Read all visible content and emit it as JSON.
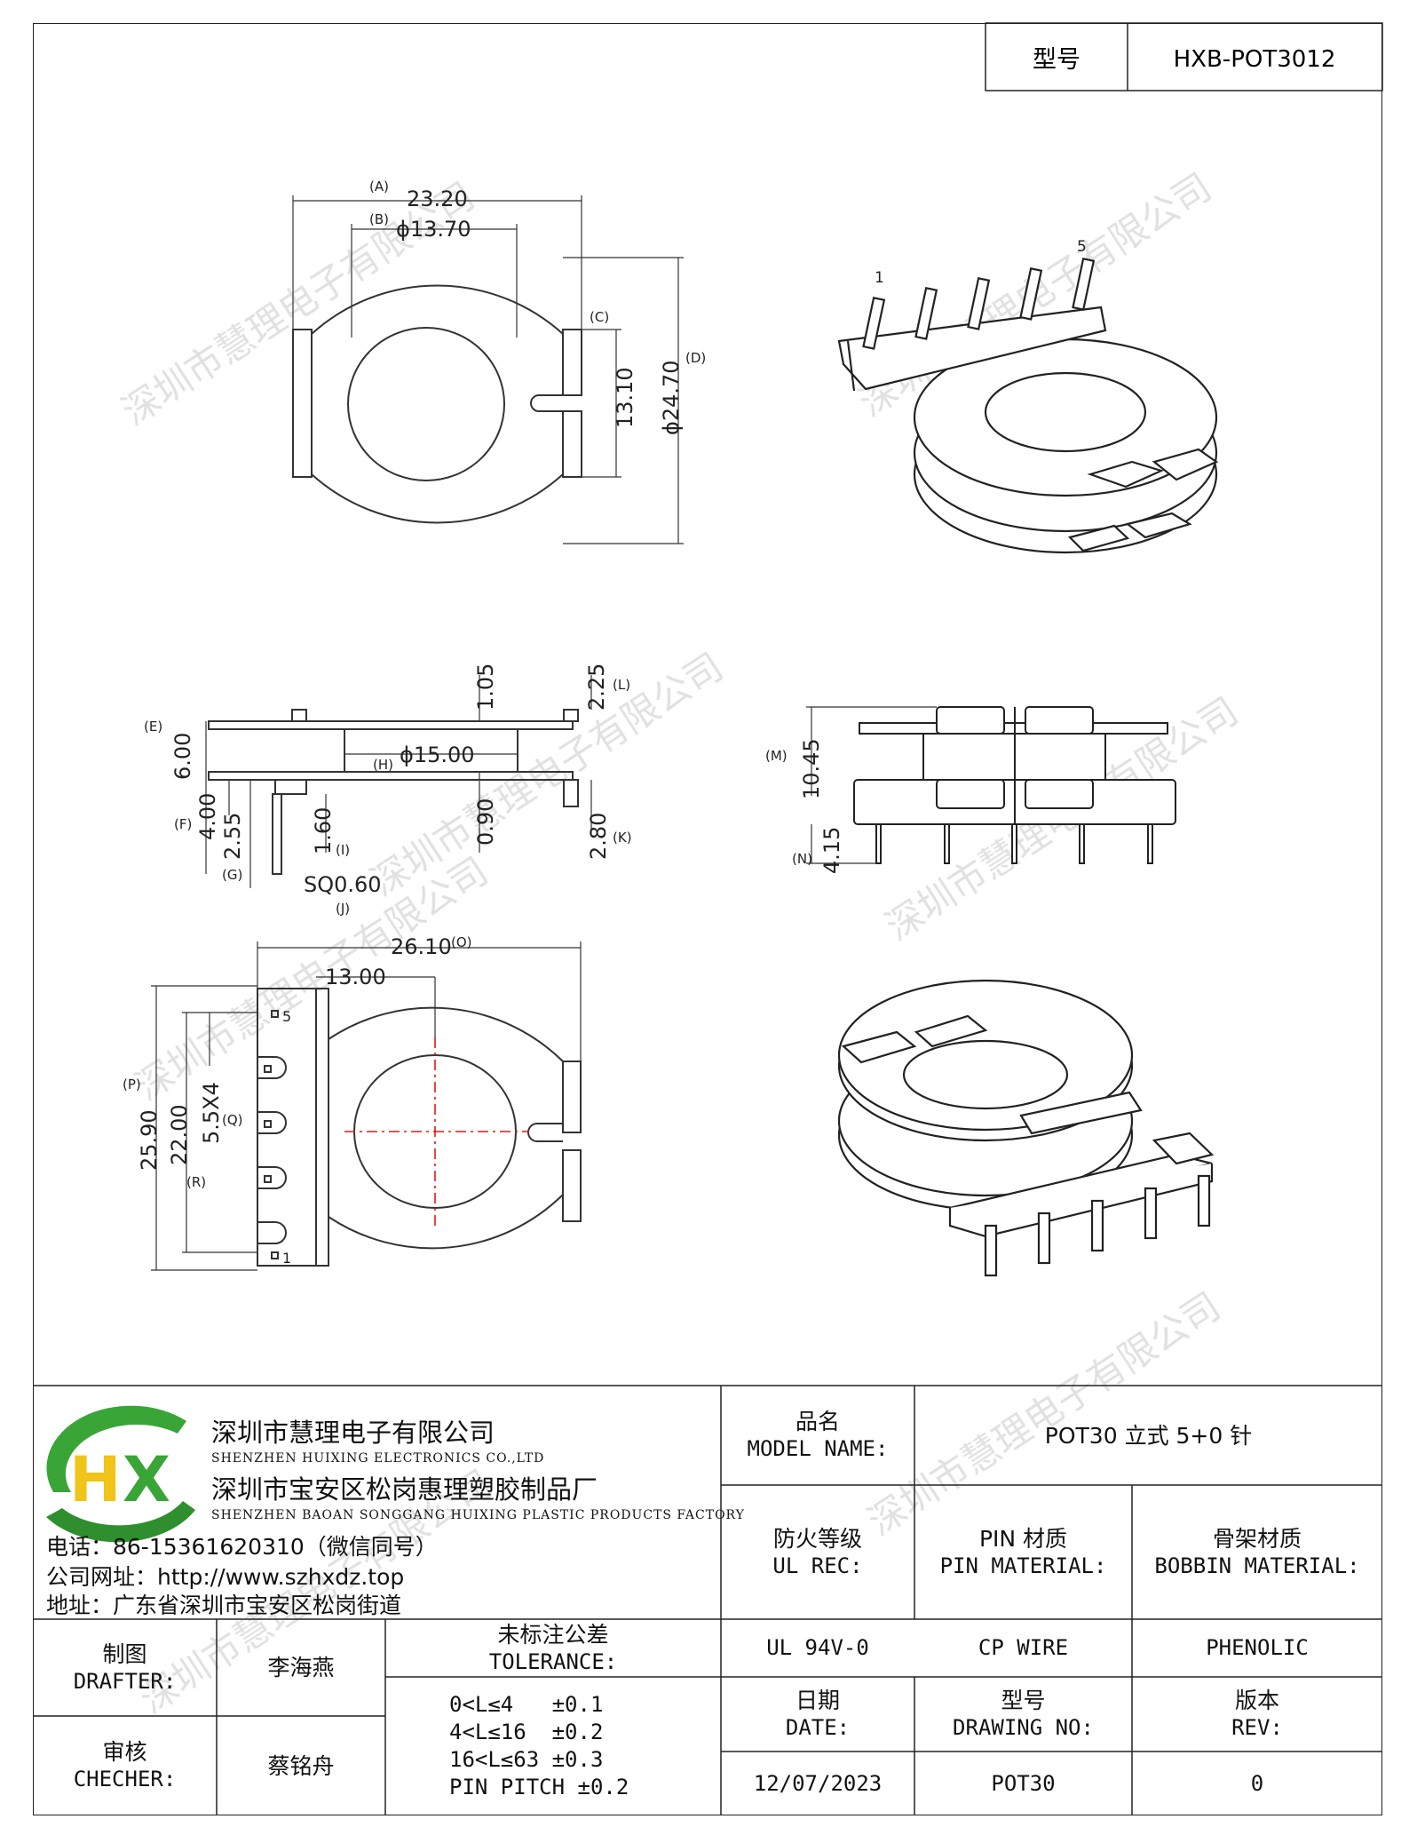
{
  "header": {
    "model_label": "型号",
    "model_value": "HXB-POT3012"
  },
  "watermark": "深圳市慧理电子有限公司",
  "drawing": {
    "top_view": {
      "dim_a": "23.20",
      "tag_a": "(A)",
      "dim_b": "ϕ13.70",
      "tag_b": "(B)",
      "dim_c": "13.10",
      "tag_c": "(C)",
      "dim_d": "ϕ24.70",
      "tag_d": "(D)"
    },
    "side_view": {
      "dim_e": "6.00",
      "tag_e": "(E)",
      "dim_f": "4.00",
      "tag_f": "(F)",
      "dim_g": "2.55",
      "tag_g": "(G)",
      "dim_h": "ϕ15.00",
      "tag_h": "(H)",
      "dim_i": "1.60",
      "tag_i": "(I)",
      "dim_j": "SQ0.60",
      "tag_j": "(J)",
      "dim_k": "2.80",
      "tag_k": "(K)",
      "dim_l": "2.25",
      "tag_l": "(L)",
      "dim_105": "1.05",
      "dim_090": "0.90"
    },
    "front_view": {
      "dim_m": "10.45",
      "tag_m": "(M)",
      "dim_n": "4.15",
      "tag_n": "(N)"
    },
    "bottom_view": {
      "dim_o": "26.10",
      "tag_o": "(O)",
      "dim_13": "13.00",
      "dim_p": "25.90",
      "tag_p": "(P)",
      "dim_q": "5.5X4",
      "tag_q": "(Q)",
      "dim_r": "22.00",
      "tag_r": "(R)",
      "pin_first": "1",
      "pin_last": "5"
    },
    "iso_pins": {
      "first": "1",
      "last": "5"
    }
  },
  "company": {
    "logo_letters": "HX",
    "name_cn_1": "深圳市慧理电子有限公司",
    "name_en_1": "SHENZHEN HUIXING ELECTRONICS CO.,LTD",
    "name_cn_2": "深圳市宝安区松岗惠理塑胶制品厂",
    "name_en_2": "SHENZHEN BAOAN SONGGANG HUIXING PLASTIC PRODUCTS FACTORY",
    "phone": "电话：86-15361620310（微信同号）",
    "website": "公司网址：http://www.szhxdz.top",
    "address": "地址：广东省深圳市宝安区松岗街道"
  },
  "table": {
    "model_name_cn": "品名",
    "model_name_en": "MODEL NAME:",
    "model_name_value": "POT30 立式 5+0 针",
    "ul_cn": "防火等级",
    "ul_en": "UL REC:",
    "pin_mat_cn": "PIN 材质",
    "pin_mat_en": "PIN MATERIAL:",
    "bob_mat_cn": "骨架材质",
    "bob_mat_en": "BOBBIN MATERIAL:",
    "ul_value": "UL 94V-0",
    "pin_value": "CP WIRE",
    "bob_value": "PHENOLIC",
    "drafter_cn": "制图",
    "drafter_en": "DRAFTER:",
    "drafter_name": "李海燕",
    "checker_cn": "审核",
    "checker_en": "CHECHER:",
    "checker_name": "蔡铭舟",
    "tol_cn": "未标注公差",
    "tol_en": "TOLERANCE:",
    "tol_1": "0<L≤4   ±0.1",
    "tol_2": "4<L≤16  ±0.2",
    "tol_3": "16<L≤63 ±0.3",
    "tol_4": "PIN PITCH ±0.2",
    "date_cn": "日期",
    "date_en": "DATE:",
    "date_value": "12/07/2023",
    "dwg_cn": "型号",
    "dwg_en": "DRAWING NO:",
    "dwg_value": "POT30",
    "rev_cn": "版本",
    "rev_en": "REV:",
    "rev_value": "0"
  }
}
